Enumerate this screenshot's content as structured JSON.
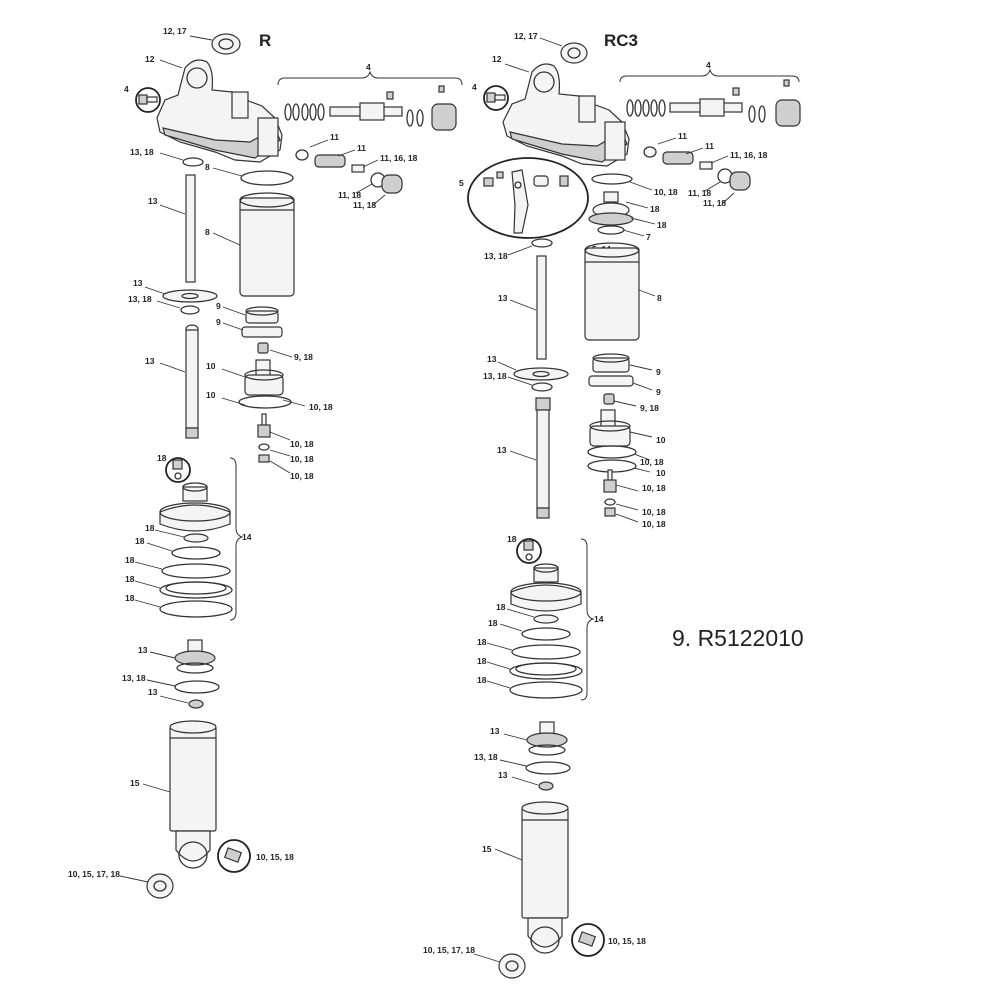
{
  "titles": {
    "left": "R",
    "right": "RC3"
  },
  "caption": "9. R5122010",
  "labels": {
    "l_12_17": "12, 17",
    "l_12": "12",
    "l_4a": "4",
    "l_4": "4",
    "l_11a": "11",
    "l_11b": "11",
    "l_11_16_18": "11, 16, 18",
    "l_11_18a": "11, 18",
    "l_11_18b": "11, 18",
    "l_13_18a": "13, 18",
    "l_8a": "8",
    "l_13a": "13",
    "l_8b": "8",
    "l_13b": "13",
    "l_13_18b": "13, 18",
    "l_9a": "9",
    "l_9b": "9",
    "l_9_18": "9, 18",
    "l_13c": "13",
    "l_10a": "10",
    "l_10b": "10",
    "l_10_18a": "10, 18",
    "l_10_18b": "10, 18",
    "l_10_18c": "10, 18",
    "l_10_18d": "10, 18",
    "l_18a": "18",
    "l_14": "14",
    "l_18b": "18",
    "l_18c": "18",
    "l_18d": "18",
    "l_18e": "18",
    "l_18f": "18",
    "l_13d": "13",
    "l_13_18c": "13, 18",
    "l_13e": "13",
    "l_15": "15",
    "l_10_15_18": "10, 15, 18",
    "l_10_15_17_18": "10, 15, 17, 18",
    "r_12_17": "12, 17",
    "r_12": "12",
    "r_4a": "4",
    "r_4": "4",
    "r_11a": "11",
    "r_11b": "11",
    "r_11_16_18": "11, 16, 18",
    "r_11_18a": "11, 18",
    "r_11_18b": "11, 18",
    "r_5": "5",
    "r_10_18a": "10, 18",
    "r_18a": "18",
    "r_18b": "18",
    "r_7": "7",
    "r_5_14": "5, 14",
    "r_13_18a": "13, 18",
    "r_13a": "13",
    "r_8": "8",
    "r_13b": "13",
    "r_13_18b": "13, 18",
    "r_9a": "9",
    "r_9b": "9",
    "r_9_18": "9, 18",
    "r_13c": "13",
    "r_10a": "10",
    "r_10_18b": "10, 18",
    "r_10b": "10",
    "r_10_18c": "10, 18",
    "r_10_18d": "10, 18",
    "r_10_18e": "10, 18",
    "r_18c": "18",
    "r_14": "14",
    "r_18d": "18",
    "r_18e": "18",
    "r_18f": "18",
    "r_18g": "18",
    "r_18h": "18",
    "r_13d": "13",
    "r_13_18c": "13, 18",
    "r_13e": "13",
    "r_15": "15",
    "r_10_15_18": "10, 15, 18",
    "r_10_15_17_18": "10, 15, 17, 18"
  }
}
